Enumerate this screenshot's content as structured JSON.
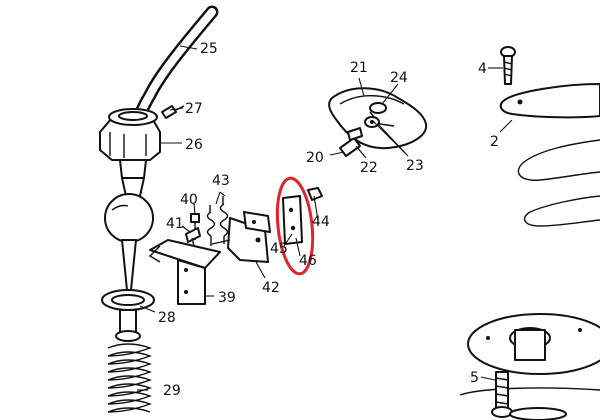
{
  "diagram": {
    "labels": [
      "25",
      "27",
      "26",
      "43",
      "40",
      "41",
      "44",
      "45",
      "46",
      "42",
      "39",
      "28",
      "29",
      "21",
      "24",
      "20",
      "22",
      "23",
      "4",
      "2",
      "5"
    ],
    "highlight_color": "#e0242c",
    "line_color": "#111111",
    "background": "#ffffff"
  }
}
